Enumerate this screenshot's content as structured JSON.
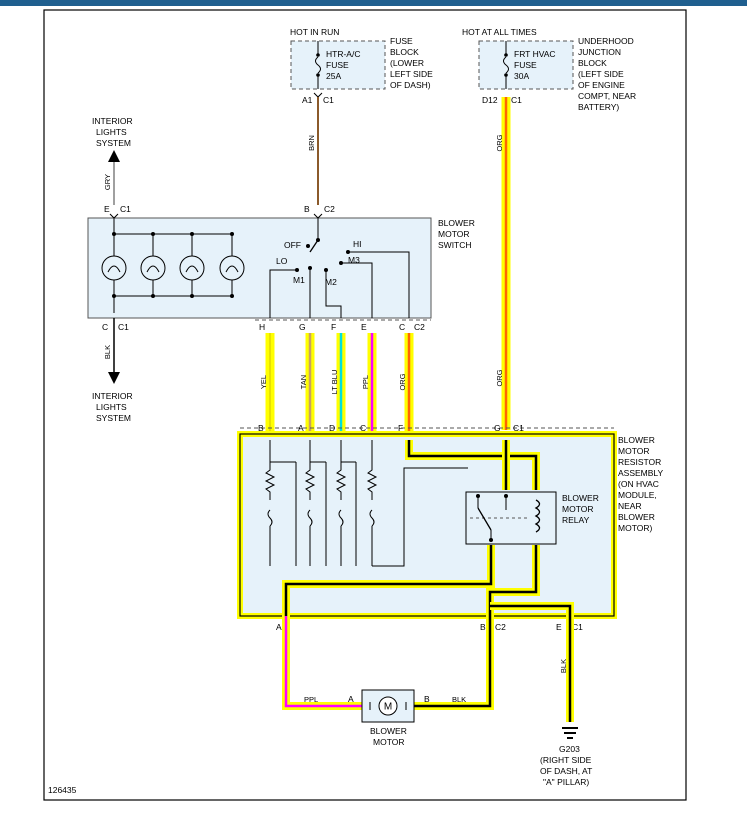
{
  "diagram_id": "126435",
  "colors": {
    "highlight": "#ffff00",
    "purple": "#ff00ff",
    "light_blue": "#00ffff",
    "orange": "#ff6600",
    "tan": "#c8a064",
    "brown": "#8b5a2b",
    "box_fill": "#e6f2fa"
  },
  "fuse_block": {
    "hot_label": "HOT IN RUN",
    "fuse_label_1": "HTR-A/C",
    "fuse_label_2": "FUSE",
    "fuse_label_3": "25A",
    "location_lines": [
      "FUSE",
      "BLOCK",
      "(LOWER",
      "LEFT SIDE",
      "OF DASH)"
    ],
    "pin": "A1",
    "conn": "C1"
  },
  "junction_block": {
    "hot_label": "HOT AT ALL TIMES",
    "fuse_label_1": "FRT HVAC",
    "fuse_label_2": "FUSE",
    "fuse_label_3": "30A",
    "location_lines": [
      "UNDERHOOD",
      "JUNCTION",
      "BLOCK",
      "(LEFT SIDE",
      "OF ENGINE",
      "COMPT, NEAR",
      "BATTERY)"
    ],
    "pin": "D12",
    "conn": "C1"
  },
  "interior_lights": {
    "top_lines": [
      "INTERIOR",
      "LIGHTS",
      "SYSTEM"
    ],
    "bottom_lines": [
      "INTERIOR",
      "LIGHTS",
      "SYSTEM"
    ]
  },
  "blower_switch": {
    "label_lines": [
      "BLOWER",
      "MOTOR",
      "SWITCH"
    ],
    "top_pins": [
      {
        "pin": "E",
        "conn": "C1"
      },
      {
        "pin": "B",
        "conn": "C2"
      }
    ],
    "bottom_pins": [
      {
        "pin": "C",
        "conn": "C1"
      },
      {
        "pin": "H",
        "conn": ""
      },
      {
        "pin": "G",
        "conn": ""
      },
      {
        "pin": "F",
        "conn": ""
      },
      {
        "pin": "E",
        "conn": ""
      },
      {
        "pin": "C",
        "conn": "C2"
      }
    ],
    "positions": {
      "off": "OFF",
      "lo": "LO",
      "m1": "M1",
      "m2": "M2",
      "m3": "M3",
      "hi": "HI"
    }
  },
  "wires": {
    "gry": "GRY",
    "brn": "BRN",
    "blk": "BLK",
    "org_top": "ORG",
    "yel": "YEL",
    "tan": "TAN",
    "lt_blu": "LT BLU",
    "ppl": "PPL",
    "org": "ORG",
    "org_right": "ORG",
    "ppl_motor": "PPL",
    "blk_motor": "BLK",
    "blk_ground": "BLK"
  },
  "resistor_assembly": {
    "label_lines": [
      "BLOWER",
      "MOTOR",
      "RESISTOR",
      "ASSEMBLY",
      "(ON HVAC",
      "MODULE,",
      "NEAR",
      "BLOWER",
      "MOTOR)"
    ],
    "top_pins": [
      {
        "pin": "B",
        "conn": ""
      },
      {
        "pin": "A",
        "conn": ""
      },
      {
        "pin": "D",
        "conn": ""
      },
      {
        "pin": "C",
        "conn": ""
      },
      {
        "pin": "F",
        "conn": ""
      },
      {
        "pin": "G",
        "conn": "C1"
      }
    ],
    "bottom_pins": [
      {
        "pin": "A",
        "conn": ""
      },
      {
        "pin": "B",
        "conn": "C2"
      },
      {
        "pin": "E",
        "conn": "C1"
      }
    ]
  },
  "relay": {
    "label_lines": [
      "BLOWER",
      "MOTOR",
      "RELAY"
    ]
  },
  "motor": {
    "symbol": "M",
    "label_lines": [
      "BLOWER",
      "MOTOR"
    ],
    "pin_a": "A",
    "pin_b": "B"
  },
  "ground": {
    "id": "G203",
    "lines": [
      "(RIGHT SIDE",
      "OF DASH, AT",
      "\"A\" PILLAR)"
    ]
  }
}
